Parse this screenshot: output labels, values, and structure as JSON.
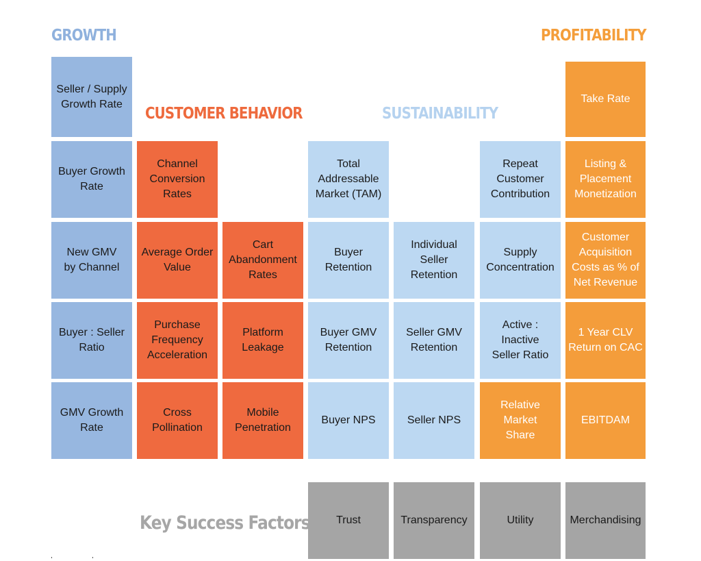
{
  "headings": {
    "growth": "GROWTH",
    "profitability": "PROFITABILITY",
    "customer_behavior": "CUSTOMER BEHAVIOR",
    "sustainability": "SUSTAINABILITY",
    "key_success_factors": "Key Success Factors"
  },
  "growth": [
    "Seller / Supply\nGrowth Rate",
    "Buyer Growth\nRate",
    "New GMV\nby Channel",
    "Buyer : Seller\nRatio",
    "GMV Growth\nRate"
  ],
  "customer_behavior": [
    "Channel\nConversion\nRates",
    "Average Order\nValue",
    "Cart\nAbandonment\nRates",
    "Purchase\nFrequency\nAcceleration",
    "Platform\nLeakage",
    "Cross\nPollination",
    "Mobile\nPenetration"
  ],
  "sustainability": [
    "Total\nAddressable\nMarket (TAM)",
    "Repeat\nCustomer\nContribution",
    "Buyer\nRetention",
    "Individual\nSeller\nRetention",
    "Supply\nConcentration",
    "Buyer GMV\nRetention",
    "Seller GMV\nRetention",
    "Active : Inactive\nSeller Ratio",
    "Buyer NPS",
    "Seller NPS"
  ],
  "profitability": [
    "Take Rate",
    "Listing &\nPlacement\nMonetization",
    "Customer\nAcquisition\nCosts as % of\nNet Revenue",
    "1 Year CLV\nReturn on CAC",
    "Relative\nMarket\nShare",
    "EBITDAM"
  ],
  "key_success_factors": [
    "Trust",
    "Transparency",
    "Utility",
    "Merchandising"
  ],
  "colors": {
    "growth": "#97b7e0",
    "customer_behavior": "#ef6a3f",
    "sustainability": "#bcd8f2",
    "profitability": "#f49d3b",
    "key_success_factors": "#a5a5a5"
  }
}
